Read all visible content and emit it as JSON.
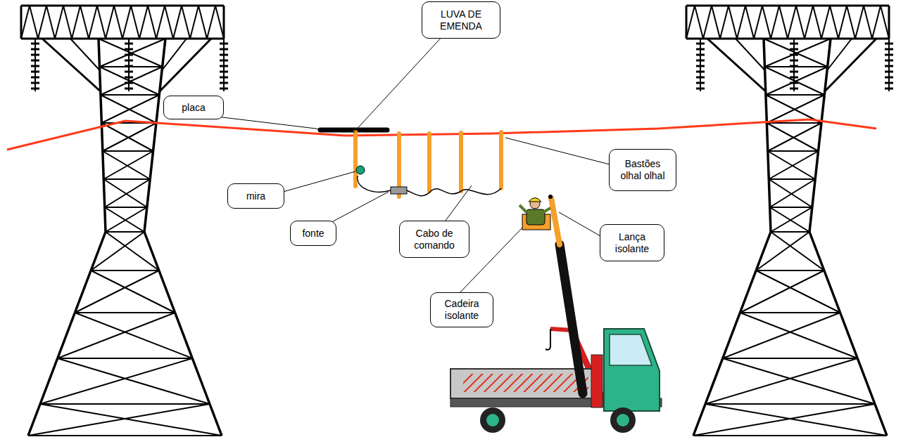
{
  "diagram": {
    "nodes": [
      {
        "text": [
          "placa"
        ]
      },
      {
        "text": [
          "LUVA DE EMENDA"
        ]
      },
      {
        "text": [
          "Bastões olhal olhal"
        ]
      },
      {
        "text": [
          "mira"
        ]
      },
      {
        "text": [
          "fonte"
        ]
      },
      {
        "text": [
          "Cabo de comando"
        ]
      },
      {
        "text": [
          "Cadeira isolante"
        ]
      },
      {
        "text": [
          "Lança isolante"
        ]
      }
    ]
  }
}
